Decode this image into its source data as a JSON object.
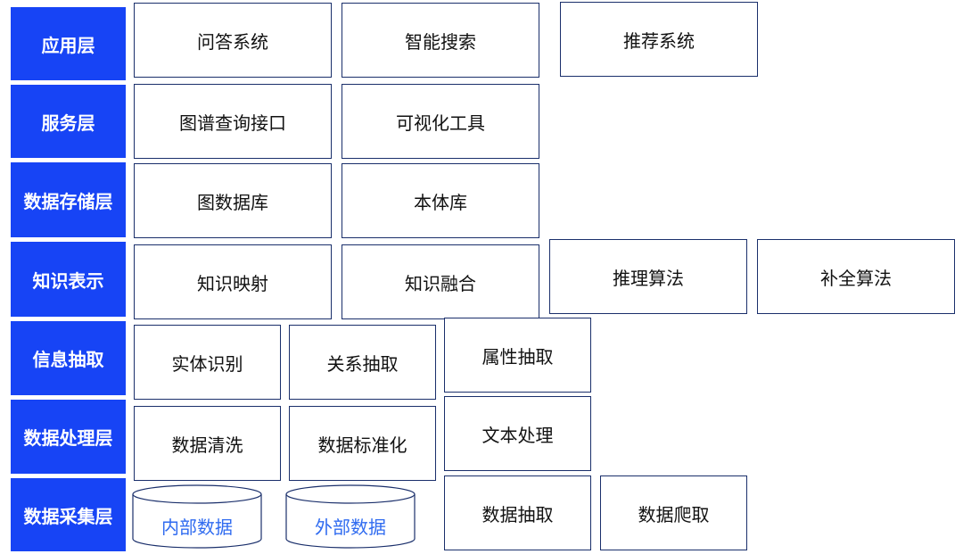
{
  "colors": {
    "layer_bg": "#1744f5",
    "layer_text": "#ffffff",
    "box_border": "#1a2f6b",
    "box_text": "#111111",
    "cylinder_text": "#2f6bf0"
  },
  "layers": [
    {
      "label": "应用层"
    },
    {
      "label": "服务层"
    },
    {
      "label": "数据存储层"
    },
    {
      "label": "知识表示"
    },
    {
      "label": "信息抽取"
    },
    {
      "label": "数据处理层"
    },
    {
      "label": "数据采集层"
    }
  ],
  "application": {
    "items": [
      "问答系统",
      "智能搜索",
      "推荐系统"
    ]
  },
  "service": {
    "items": [
      "图谱查询接口",
      "可视化工具"
    ]
  },
  "storage": {
    "items": [
      "图数据库",
      "本体库"
    ]
  },
  "knowledge": {
    "items": [
      "知识映射",
      "知识融合",
      "推理算法",
      "补全算法"
    ]
  },
  "extraction": {
    "items": [
      "实体识别",
      "关系抽取",
      "属性抽取"
    ]
  },
  "processing": {
    "items": [
      "数据清洗",
      "数据标准化",
      "文本处理"
    ]
  },
  "collection": {
    "sources": [
      "内部数据",
      "外部数据"
    ],
    "items": [
      "数据抽取",
      "数据爬取"
    ]
  }
}
